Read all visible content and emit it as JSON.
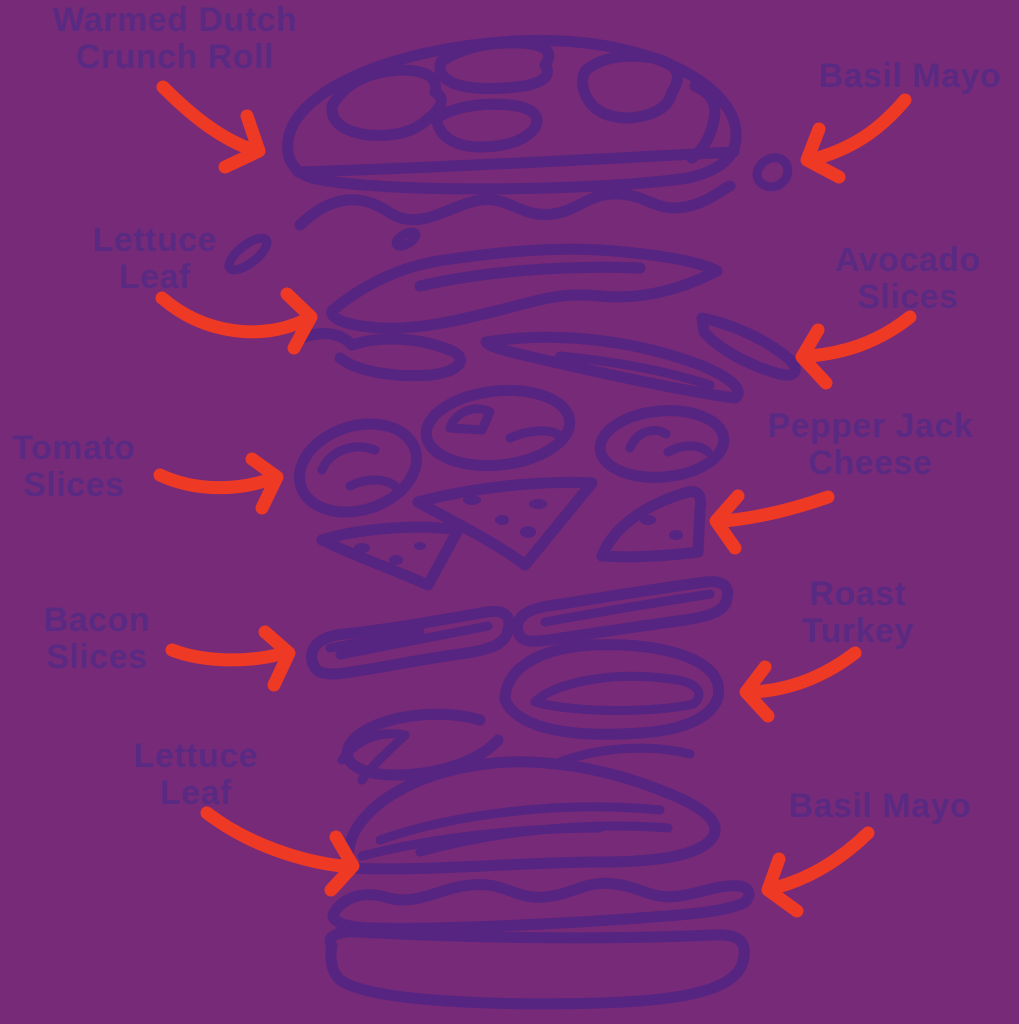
{
  "title": "Exploded sandwich ingredient diagram",
  "colors": {
    "background": "#762a78",
    "illustration": "#562481",
    "label": "#5a2a83",
    "arrow": "#ee3a24"
  },
  "labels": {
    "warmed_dutch_crunch_roll": {
      "line1": "Warmed Dutch",
      "line2": "Crunch Roll"
    },
    "basil_mayo_top": {
      "line1": "Basil Mayo"
    },
    "lettuce_leaf_top": {
      "line1": "Lettuce",
      "line2": "Leaf"
    },
    "avocado_slices": {
      "line1": "Avocado",
      "line2": "Slices"
    },
    "tomato_slices": {
      "line1": "Tomato",
      "line2": "Slices"
    },
    "pepper_jack_cheese": {
      "line1": "Pepper Jack",
      "line2": "Cheese"
    },
    "bacon_slices": {
      "line1": "Bacon",
      "line2": "Slices"
    },
    "roast_turkey": {
      "line1": "Roast",
      "line2": "Turkey"
    },
    "lettuce_leaf_bottom": {
      "line1": "Lettuce",
      "line2": "Leaf"
    },
    "basil_mayo_bottom": {
      "line1": "Basil Mayo"
    }
  }
}
